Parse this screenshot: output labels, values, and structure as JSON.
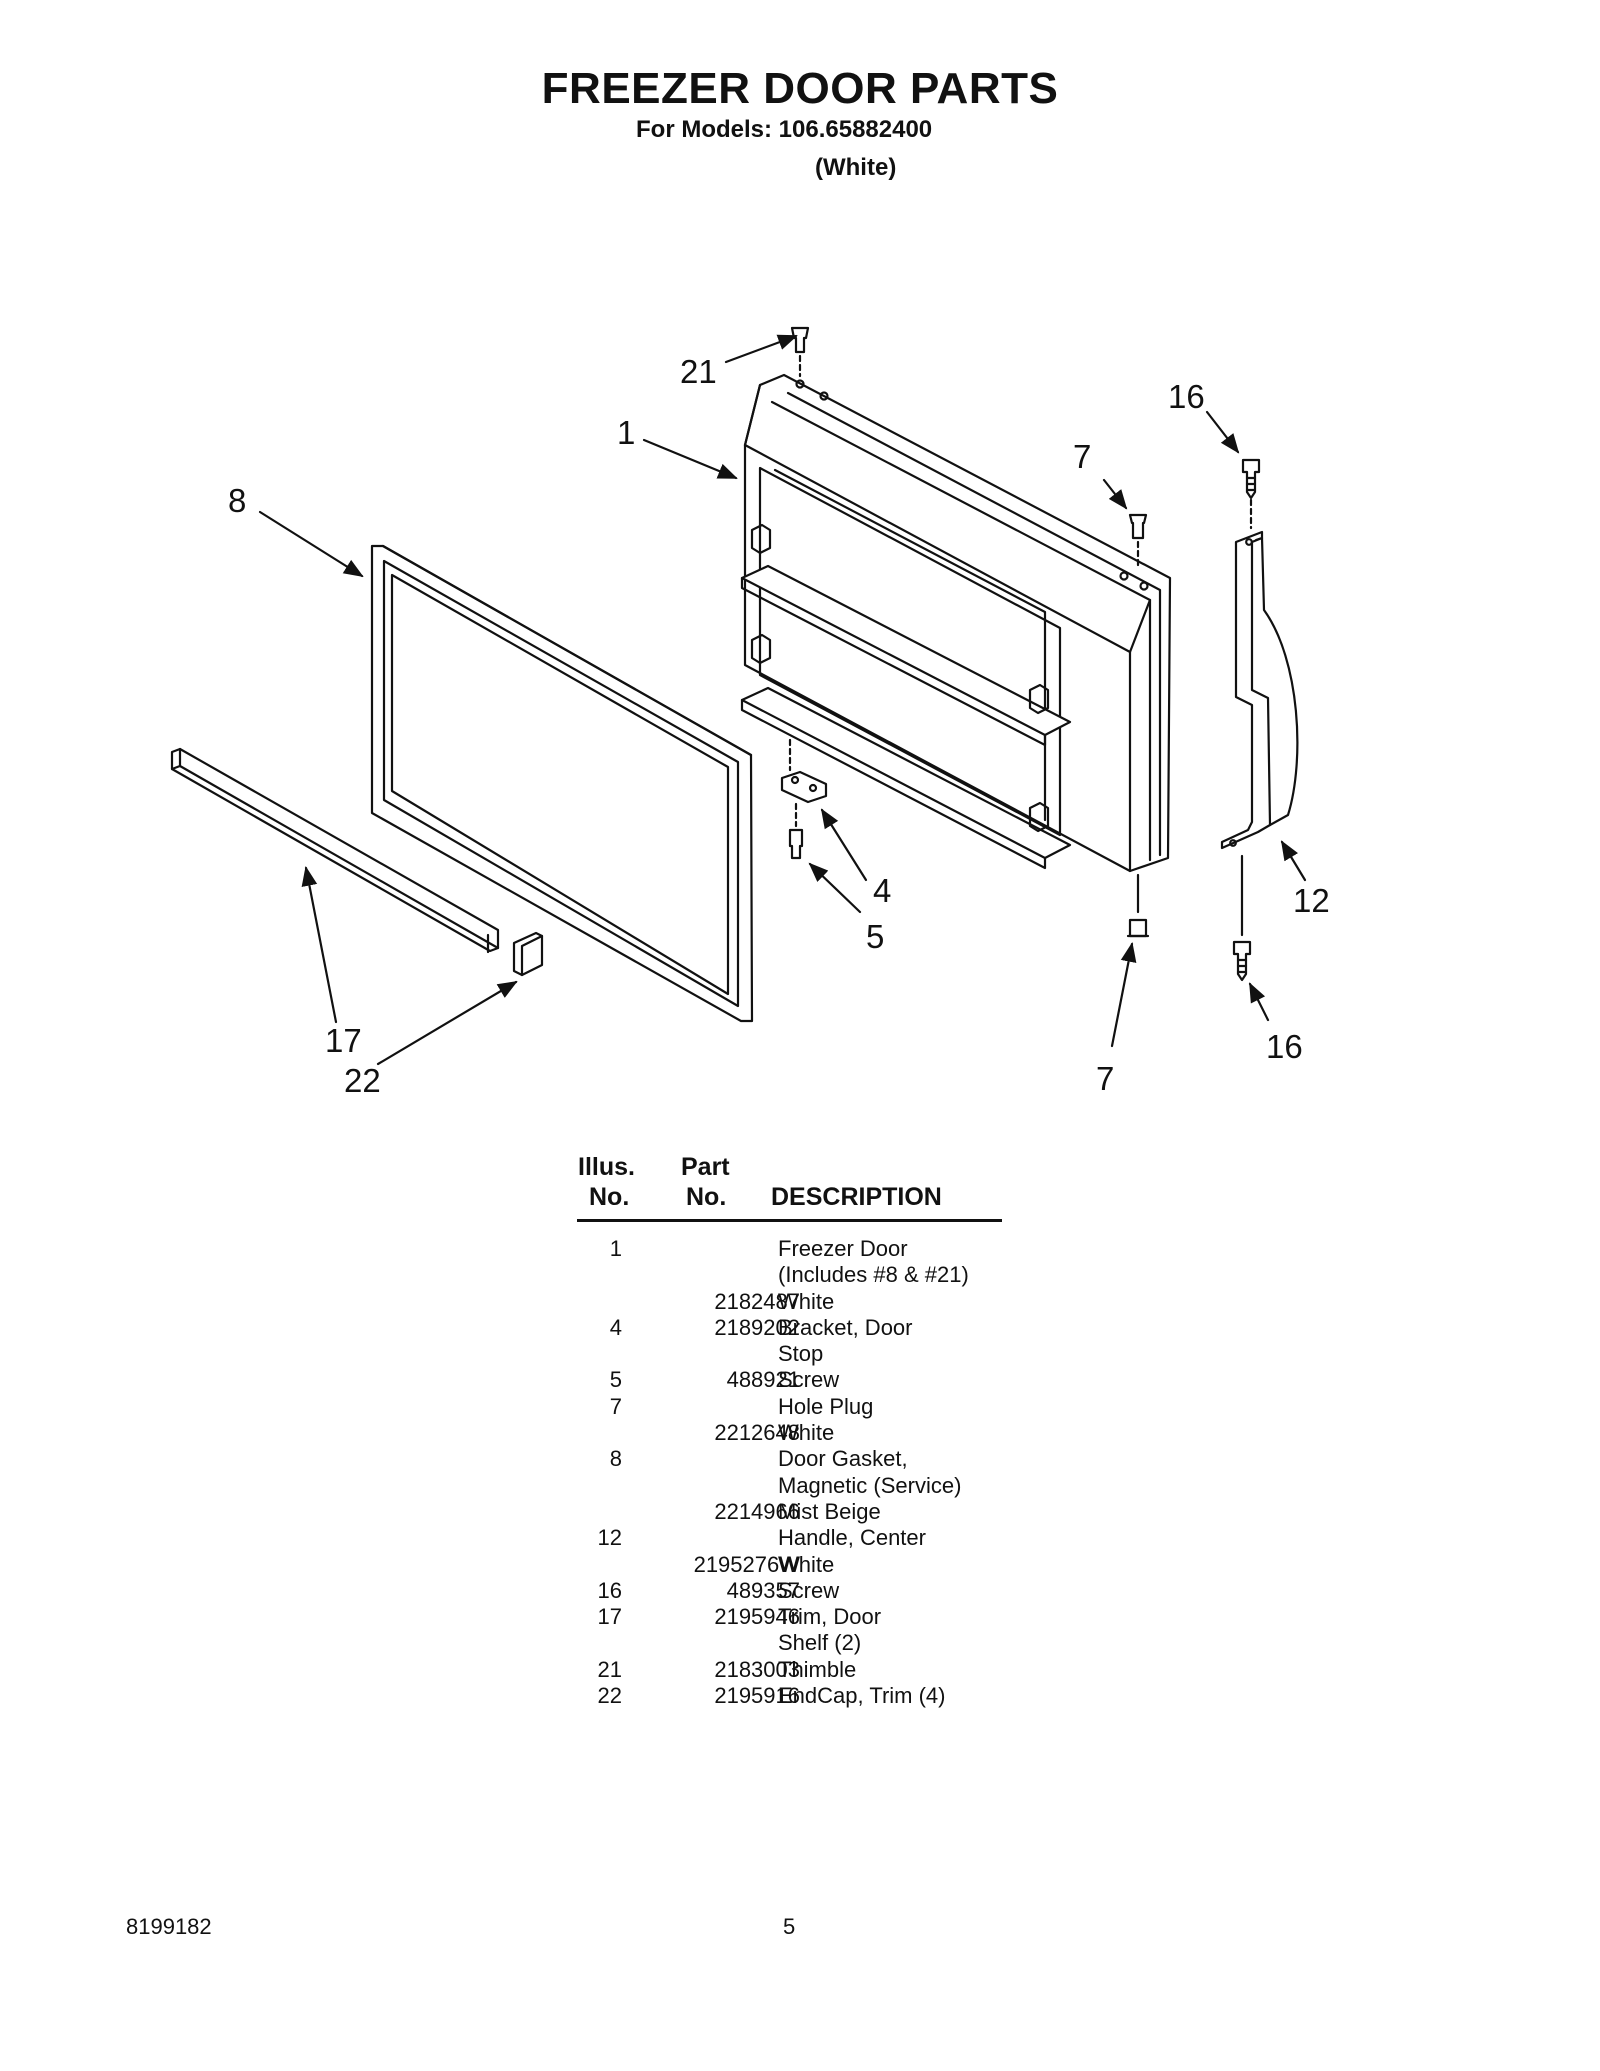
{
  "header": {
    "title": "FREEZER DOOR PARTS",
    "models_line": "For Models: 106.65882400",
    "color_line": "(White)"
  },
  "diagram": {
    "callouts": [
      "21",
      "1",
      "16",
      "7",
      "8",
      "4",
      "5",
      "12",
      "7",
      "16",
      "17",
      "22"
    ]
  },
  "table": {
    "header": {
      "illus_1": "Illus.",
      "illus_2": "No.",
      "part_1": "Part",
      "part_2": "No.",
      "description": "DESCRIPTION"
    },
    "rows": [
      {
        "illus": "1",
        "part": "",
        "desc": "Freezer Door"
      },
      {
        "illus": "",
        "part": "",
        "desc": "(Includes #8 & #21)"
      },
      {
        "illus": "",
        "part": "2182487",
        "desc": "White"
      },
      {
        "illus": "4",
        "part": "2189202",
        "desc": "Bracket, Door"
      },
      {
        "illus": "",
        "part": "",
        "desc": "Stop"
      },
      {
        "illus": "5",
        "part": "488921",
        "desc": "Screw"
      },
      {
        "illus": "7",
        "part": "",
        "desc": "Hole Plug"
      },
      {
        "illus": "",
        "part": "2212648",
        "desc": "White"
      },
      {
        "illus": "8",
        "part": "",
        "desc": "Door Gasket,"
      },
      {
        "illus": "",
        "part": "",
        "desc": "Magnetic (Service)"
      },
      {
        "illus": "",
        "part": "2214966",
        "desc": "Mist Beige"
      },
      {
        "illus": "12",
        "part": "",
        "desc": "Handle, Center"
      },
      {
        "illus": "",
        "part": "2195276W",
        "desc": "White"
      },
      {
        "illus": "16",
        "part": "489357",
        "desc": "Screw"
      },
      {
        "illus": "17",
        "part": "2195946",
        "desc": "Trim, Door"
      },
      {
        "illus": "",
        "part": "",
        "desc": "Shelf (2)"
      },
      {
        "illus": "21",
        "part": "2183003",
        "desc": "Thimble"
      },
      {
        "illus": "22",
        "part": "2195916",
        "desc": "EndCap, Trim (4)"
      }
    ]
  },
  "footer": {
    "doc_number": "8199182",
    "page_number": "5"
  }
}
